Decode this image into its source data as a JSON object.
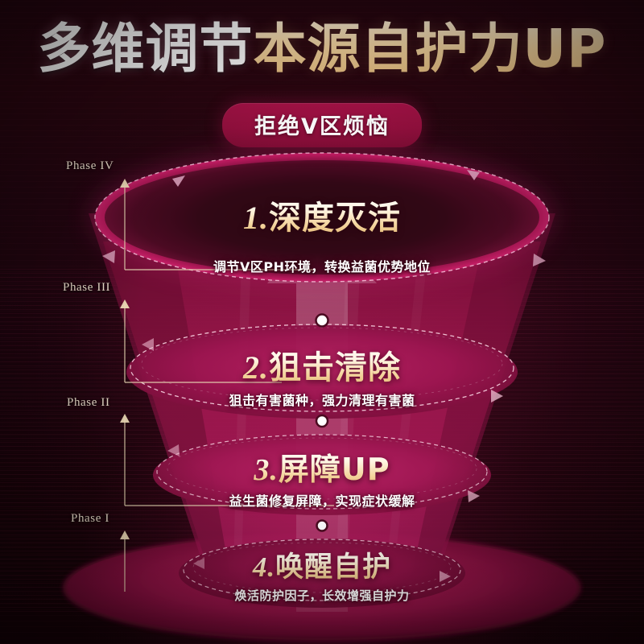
{
  "header": {
    "title_white": "多维调节",
    "title_gold": "本源自护力UP",
    "pill_label": "拒绝V区烦恼",
    "colors": {
      "title_white": "#ffffff",
      "title_gold": "#f8ddb0",
      "pill_bg": "#9c1043",
      "background": "#26050f",
      "funnel_pink": "#a61650",
      "accent_gold": "#f0dcb4"
    }
  },
  "axis": {
    "phases": [
      {
        "label": "Phase IV"
      },
      {
        "label": "Phase III"
      },
      {
        "label": "Phase II"
      },
      {
        "label": "Phase I"
      }
    ]
  },
  "funnel": {
    "stages": [
      {
        "number": "1.",
        "title": "深度灭活",
        "subtitle": "调节V区PH环境，转换益菌优势地位",
        "phase": "Phase IV"
      },
      {
        "number": "2.",
        "title": "狙击清除",
        "subtitle": "狙击有害菌种，强力清理有害菌",
        "phase": "Phase III"
      },
      {
        "number": "3.",
        "title": "屏障UP",
        "subtitle": "益生菌修复屏障，实现症状缓解",
        "phase": "Phase II"
      },
      {
        "number": "4.",
        "title": "唤醒自护",
        "subtitle": "焕活防护因子，长效增强自护力",
        "phase": "Phase I"
      }
    ]
  }
}
